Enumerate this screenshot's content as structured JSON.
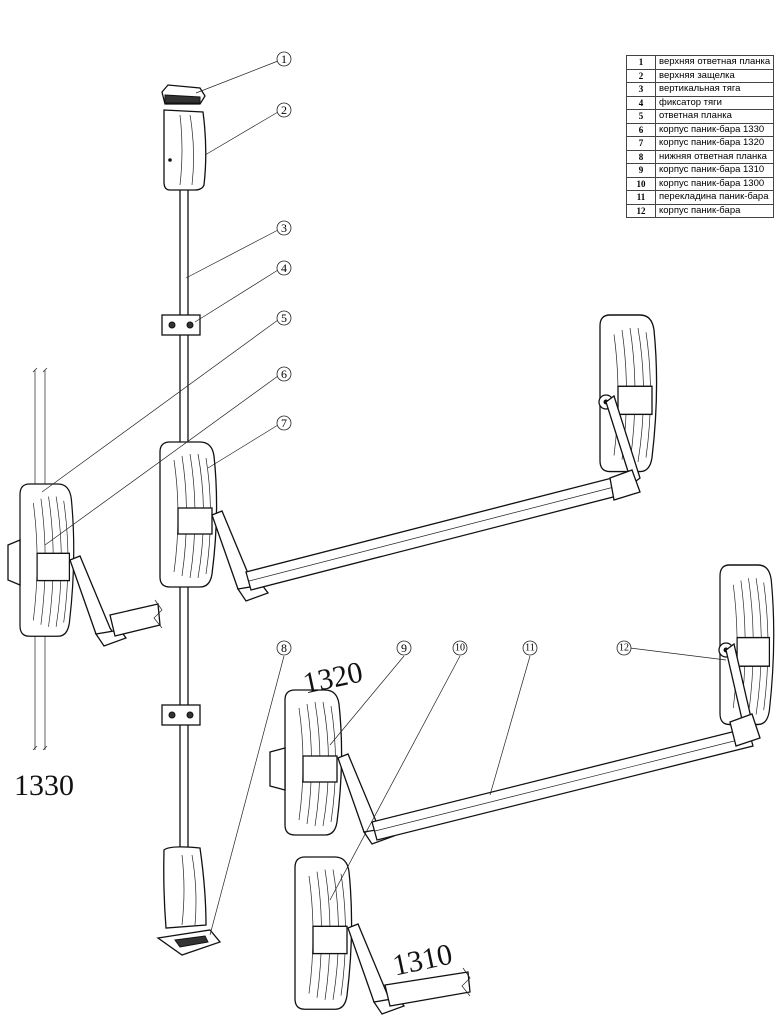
{
  "legend": [
    {
      "n": "1",
      "text": "верхняя ответная планка"
    },
    {
      "n": "2",
      "text": "верхняя защелка"
    },
    {
      "n": "3",
      "text": "вертикальная тяга"
    },
    {
      "n": "4",
      "text": "фиксатор тяги"
    },
    {
      "n": "5",
      "text": "ответная планка"
    },
    {
      "n": "6",
      "text": "корпус паник-бара 1330"
    },
    {
      "n": "7",
      "text": "корпус паник-бара 1320"
    },
    {
      "n": "8",
      "text": "нижняя ответная планка"
    },
    {
      "n": "9",
      "text": "корпус паник-бара 1310"
    },
    {
      "n": "10",
      "text": "корпус паник-бара 1300"
    },
    {
      "n": "11",
      "text": "перекладина паник-бара"
    },
    {
      "n": "12",
      "text": "корпус паник-бара"
    }
  ],
  "models": {
    "m1320": "1320",
    "m1330": "1330",
    "m1310": "1310",
    "m1300": "1300"
  }
}
